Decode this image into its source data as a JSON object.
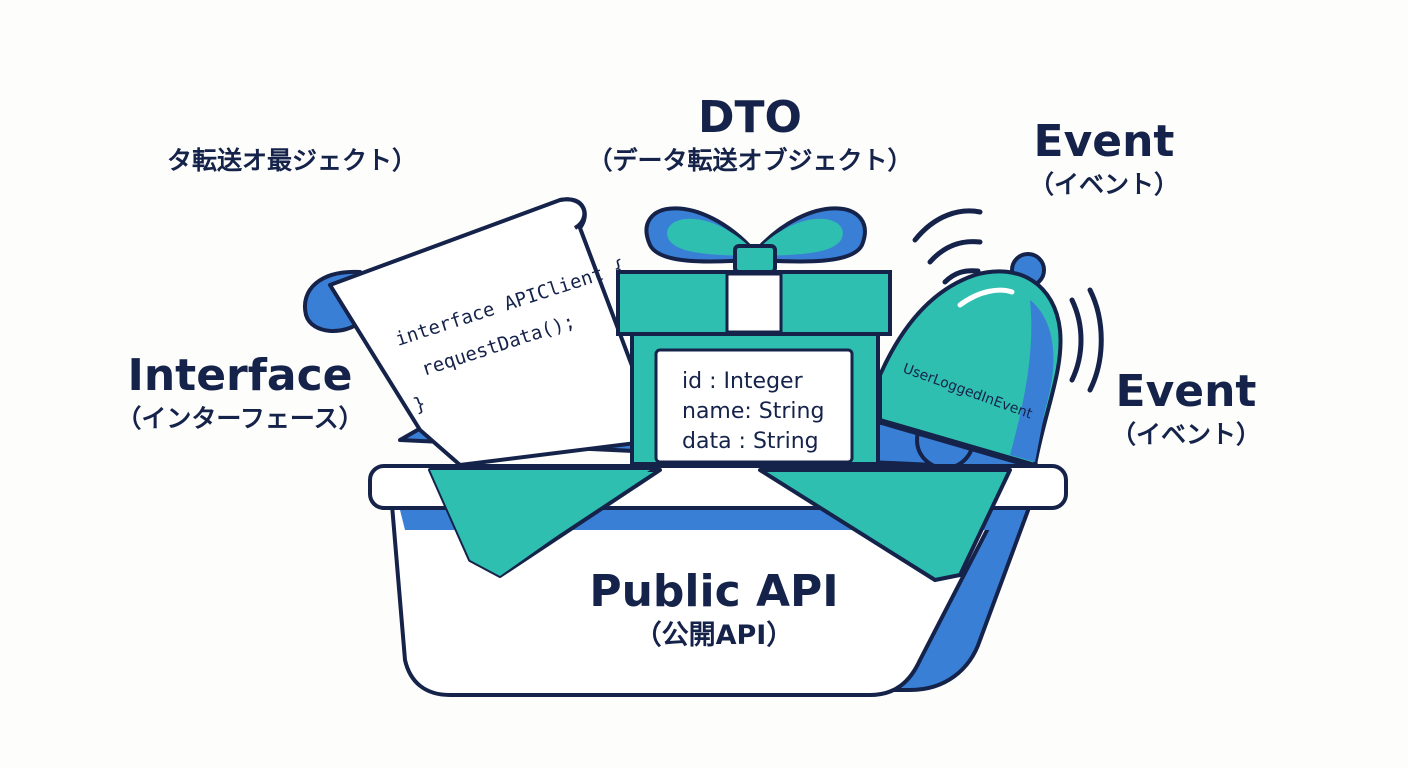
{
  "labels": {
    "dto_title": "DTO",
    "dto_subtitle": "（データ転送オブジェクト）",
    "faded_subtitle": "タ転送オ最ジェクト）",
    "interface_title": "Interface",
    "interface_subtitle": "（インターフェース）",
    "event_top_title": "Event",
    "event_top_subtitle": "（イベント）",
    "event_right_title": "Event",
    "event_right_subtitle": "（イベント）",
    "public_api_title": "Public API",
    "public_api_subtitle": "（公開API）"
  },
  "code": {
    "line1": "interface APIClient {",
    "line2": "requestData();",
    "line3": "}"
  },
  "dto_fields": {
    "line1": "id : Integer",
    "line2": "name: String",
    "line3": "data : String"
  },
  "bell_text": "UserLoggedInEvent",
  "colors": {
    "navy": "#15234a",
    "teal": "#2fbfb0",
    "blue": "#3a7fd6",
    "white": "#ffffff"
  }
}
